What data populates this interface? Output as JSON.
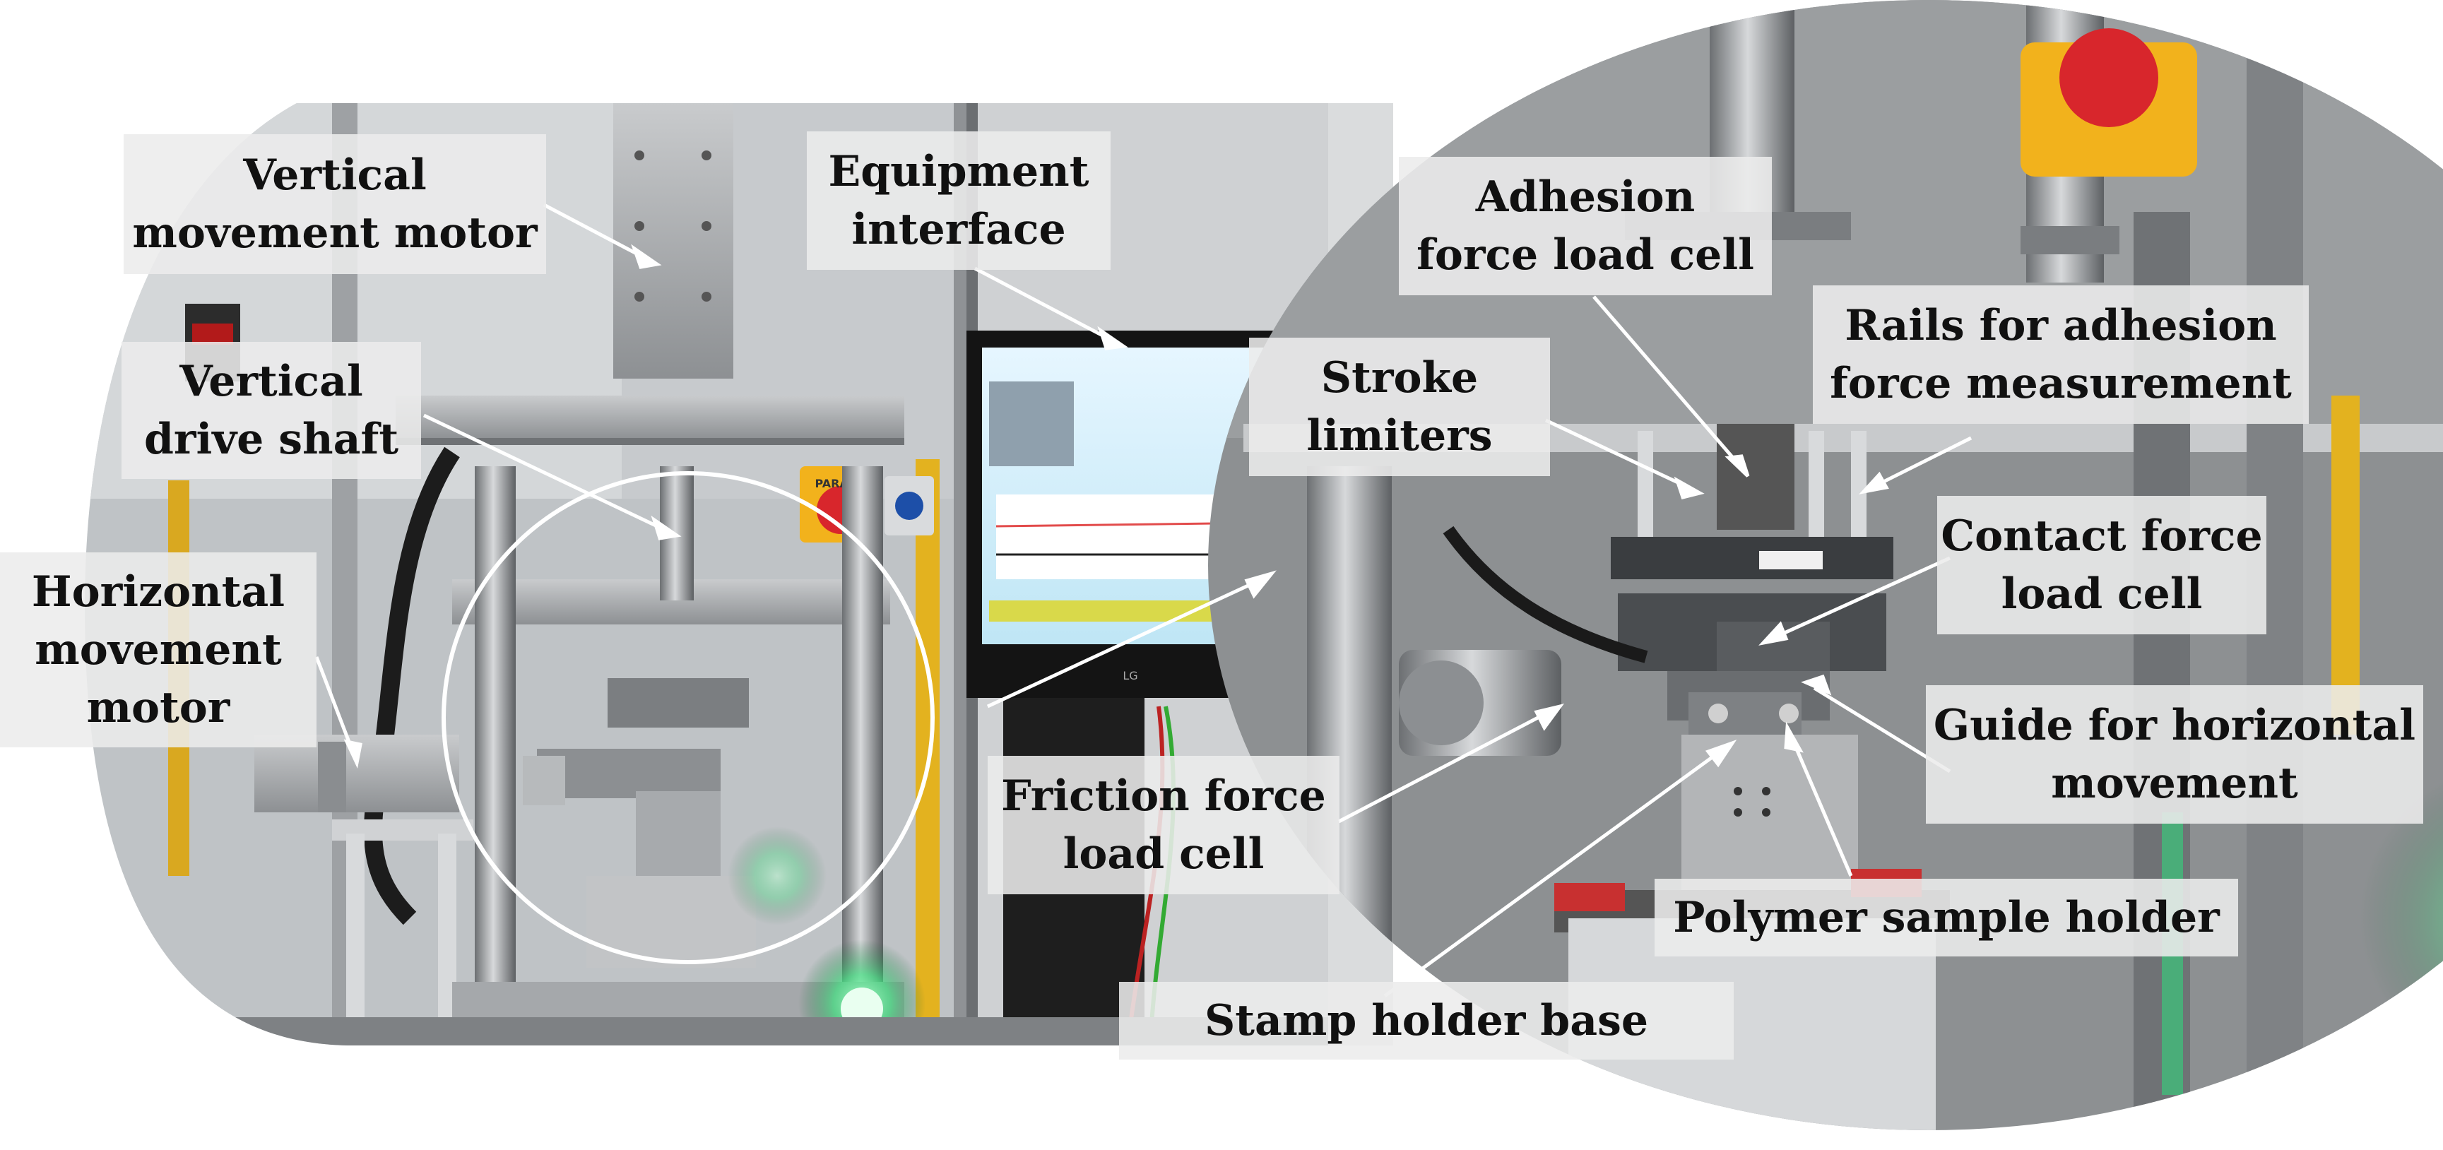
{
  "labels": {
    "vertical_motor": [
      "Vertical",
      "movement motor"
    ],
    "vertical_shaft": [
      "Vertical",
      "drive shaft"
    ],
    "horizontal_motor": [
      "Horizontal",
      "movement",
      "motor"
    ],
    "equipment_interface": [
      "Equipment",
      "interface"
    ],
    "friction_cell": [
      "Friction force",
      "load cell"
    ],
    "adhesion_cell": [
      "Adhesion",
      "force load cell"
    ],
    "stroke_limiters": [
      "Stroke",
      "limiters"
    ],
    "rails": [
      "Rails for adhesion",
      "force measurement"
    ],
    "contact_cell": [
      "Contact force",
      "load cell"
    ],
    "guide": [
      "Guide for horizontal",
      "movement"
    ],
    "polymer_holder": [
      "Polymer sample holder"
    ],
    "stamp_base": [
      "Stamp holder base"
    ]
  },
  "scene": {
    "emergency_stop_text": "PARADA",
    "monitor_brand": "LG",
    "colors": {
      "background": "#ffffff",
      "label_fill": "#ececec",
      "frame": "#9ea1a4",
      "emergency_red": "#d8262c",
      "emergency_yellow": "#f2b21c",
      "green_led": "#4be68a",
      "light_curtain": "#e3b21f"
    }
  }
}
